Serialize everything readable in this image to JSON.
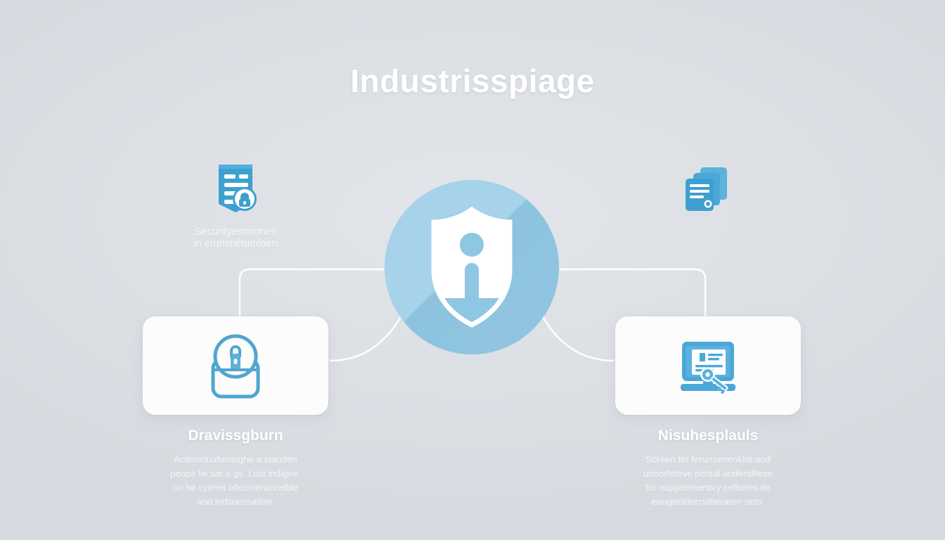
{
  "page": {
    "title": "Industrisspiage",
    "background_color": "#dcdfe4",
    "accent_color": "#48a0cc",
    "hub_circle_color": "#a6d2ea",
    "card_color": "#fcfcfd",
    "text_color": "#ffffff"
  },
  "hub": {
    "icon": "shield-info-icon",
    "description": "Light blue circle containing a white shield with an information i symbol and a diagonal long shadow"
  },
  "features": [
    {
      "id": "feature-left",
      "icon": "security-certificate-icon",
      "caption_line_1": "Securityestrounes",
      "caption_line_2": "in erunsnetumloen"
    },
    {
      "id": "feature-right",
      "icon": "stacked-documents-icon",
      "caption_line_1": "",
      "caption_line_2": ""
    }
  ],
  "cards": [
    {
      "id": "card-left",
      "icon": "user-lock-icon",
      "heading": "Dravissgburn",
      "body_lines": [
        "Actenicluafiensighe a standen",
        "peops lie sar a gs. Lust indigee,",
        "on he cyenel oftecineraccetble",
        "and indsuessation."
      ],
      "body": "Actenicluafiensighe a standen peops lie sar a gs. Lust indigee, on he cyenel oftecineraccetble and indsuessation."
    },
    {
      "id": "card-right",
      "icon": "monitor-document-key-icon",
      "heading": "Nisuhesplauls",
      "body_lines": [
        "Soreen fer ferunsenenkhit and",
        "unnorfeteve pental andendllese",
        "for nappcersertory ceflones ite",
        "eougenlderciatteraren setn."
      ],
      "body": "Soreen fer ferunsenenkhit and unnorfeteve pental andendllese for nappcersertory ceflones ite eougenlderciatteraren setn."
    }
  ],
  "connectors": {
    "description": "White rounded elbow lines linking the top feature row to each card, plus curved lines from each card edge to the central hub circle",
    "color": "#ffffff",
    "stroke_width": 2.4
  }
}
